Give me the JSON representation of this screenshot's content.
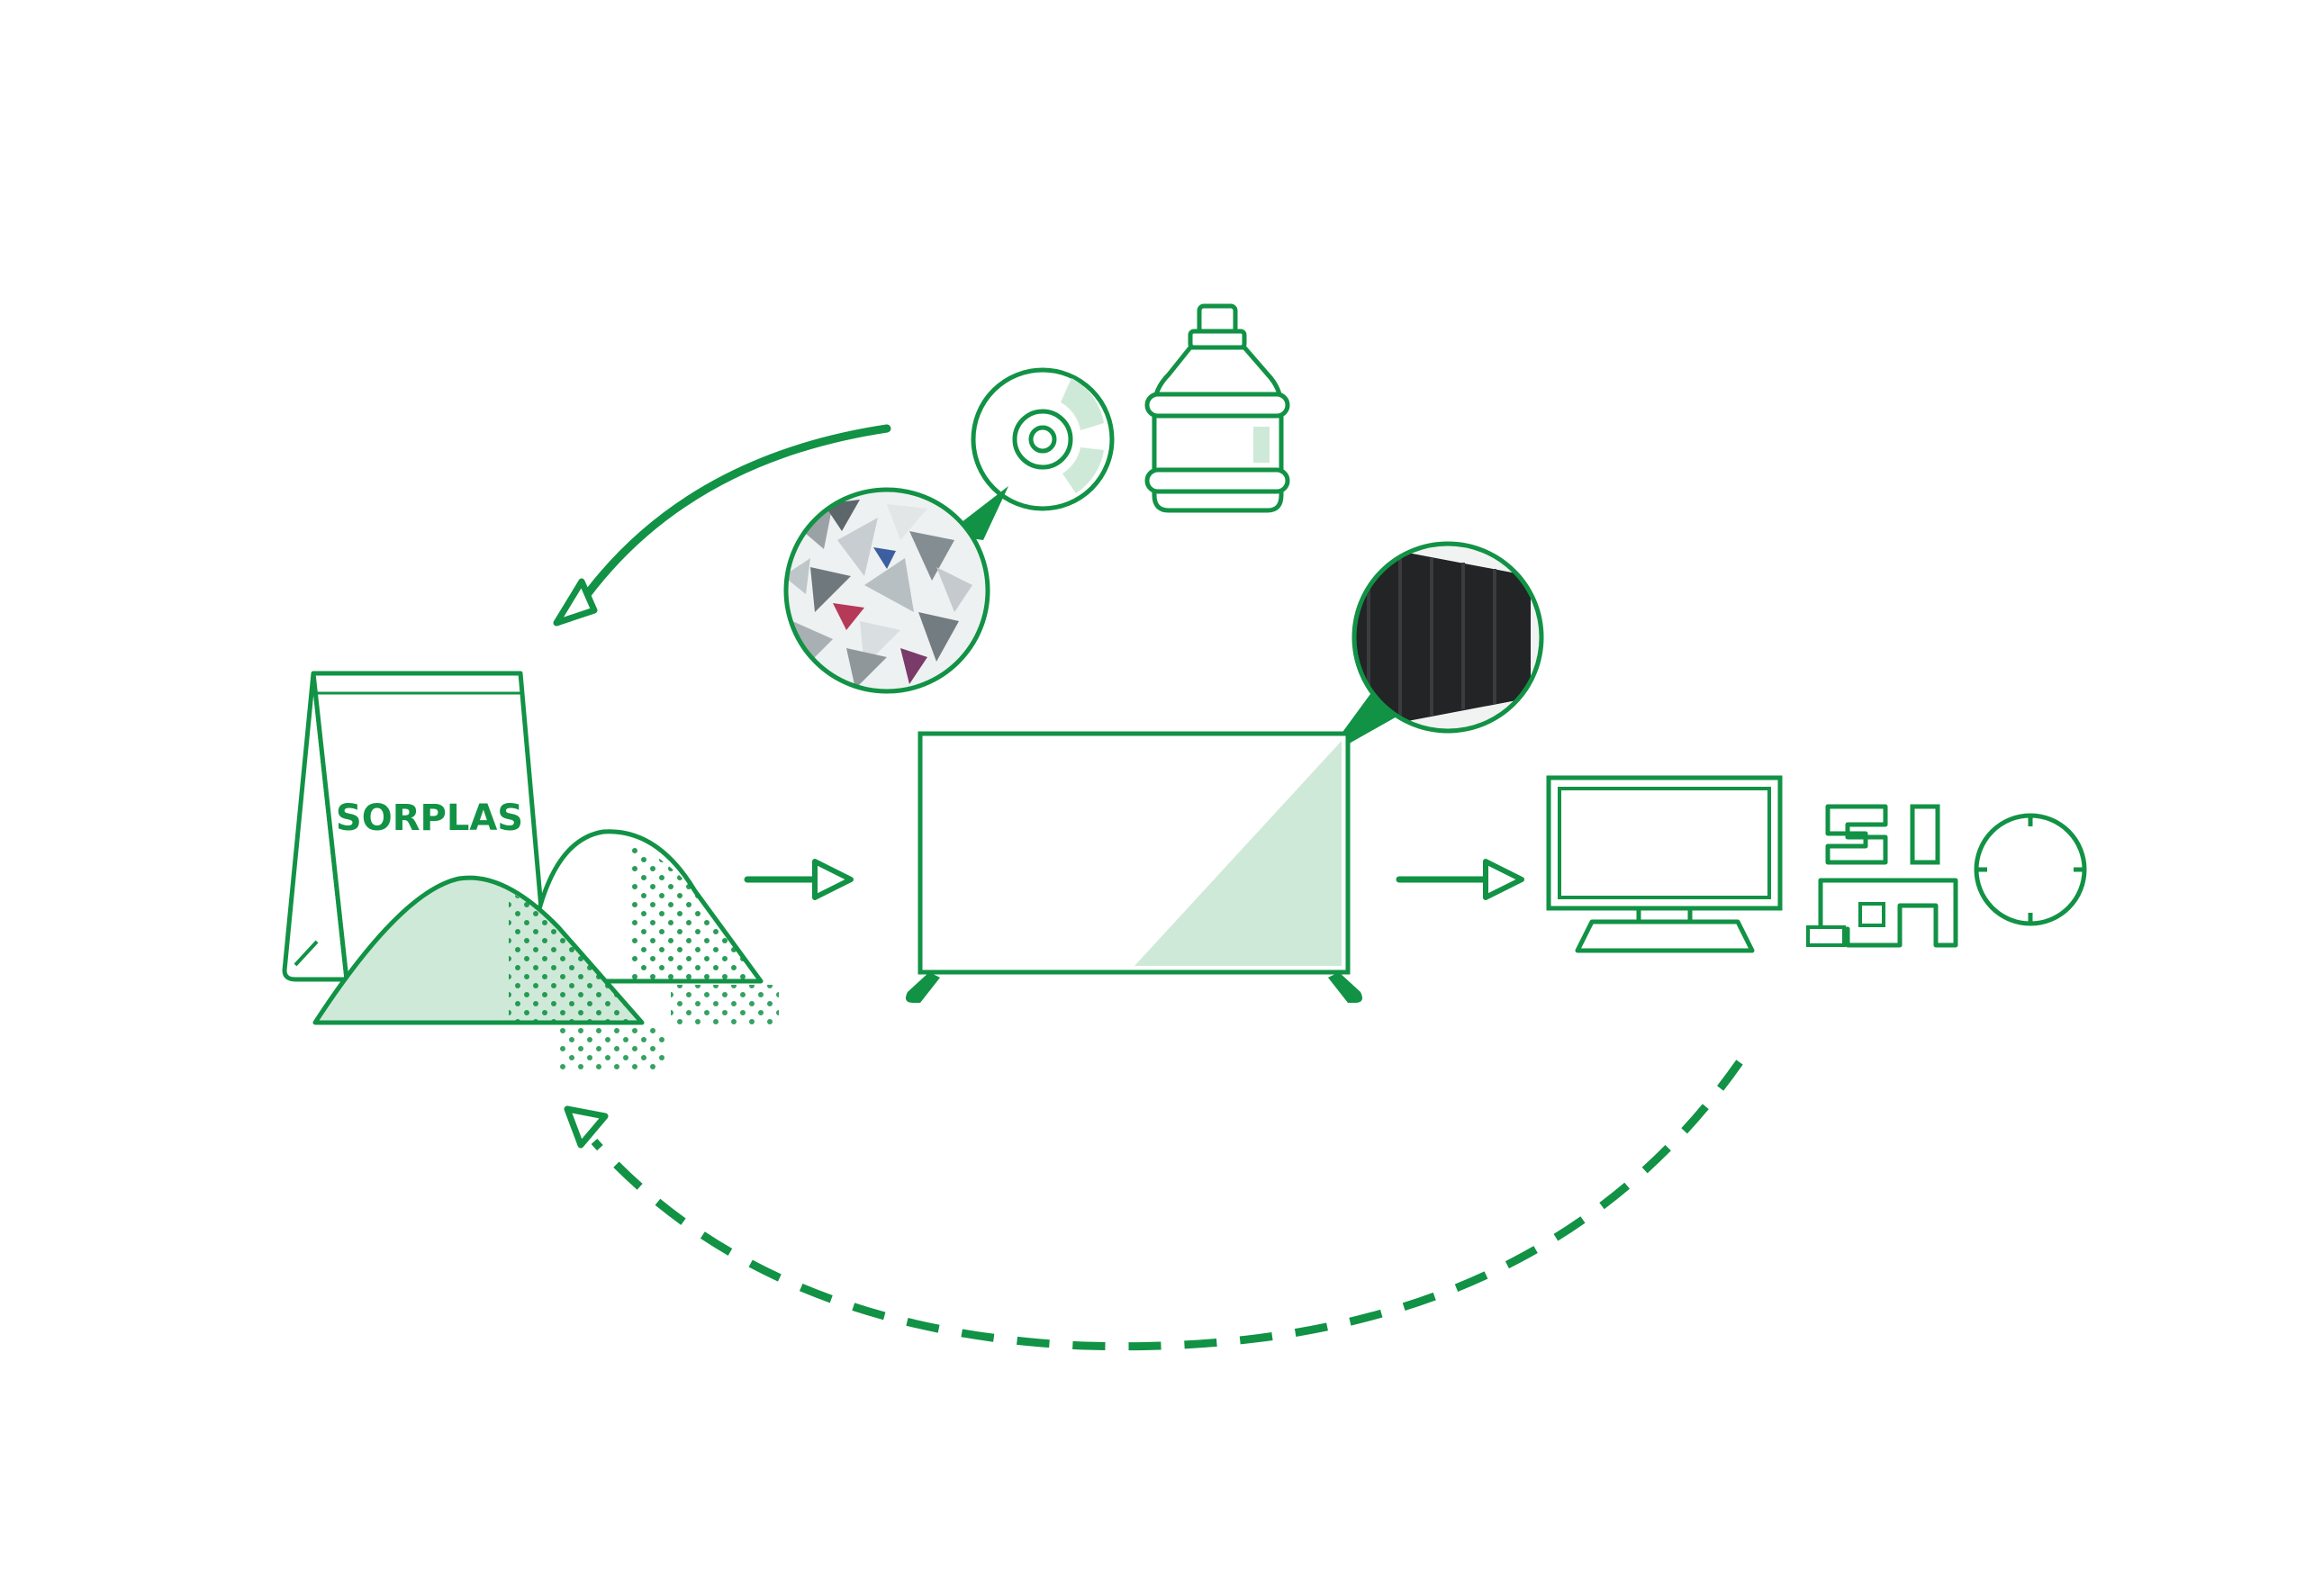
{
  "diagram": {
    "bag_label": "SORPLAS",
    "colors": {
      "primary_green": "#119245",
      "light_green": "#cfe9d8",
      "background": "#ffffff"
    },
    "icons": [
      "optical-disc-icon",
      "water-jug-icon",
      "plastic-flakes-photo",
      "tv-back-panel-photo",
      "sorplas-bag-icon",
      "plastic-pellet-piles-icon",
      "television-icon",
      "monitor-icon",
      "circuit-board-icon",
      "disc-ring-icon"
    ]
  }
}
